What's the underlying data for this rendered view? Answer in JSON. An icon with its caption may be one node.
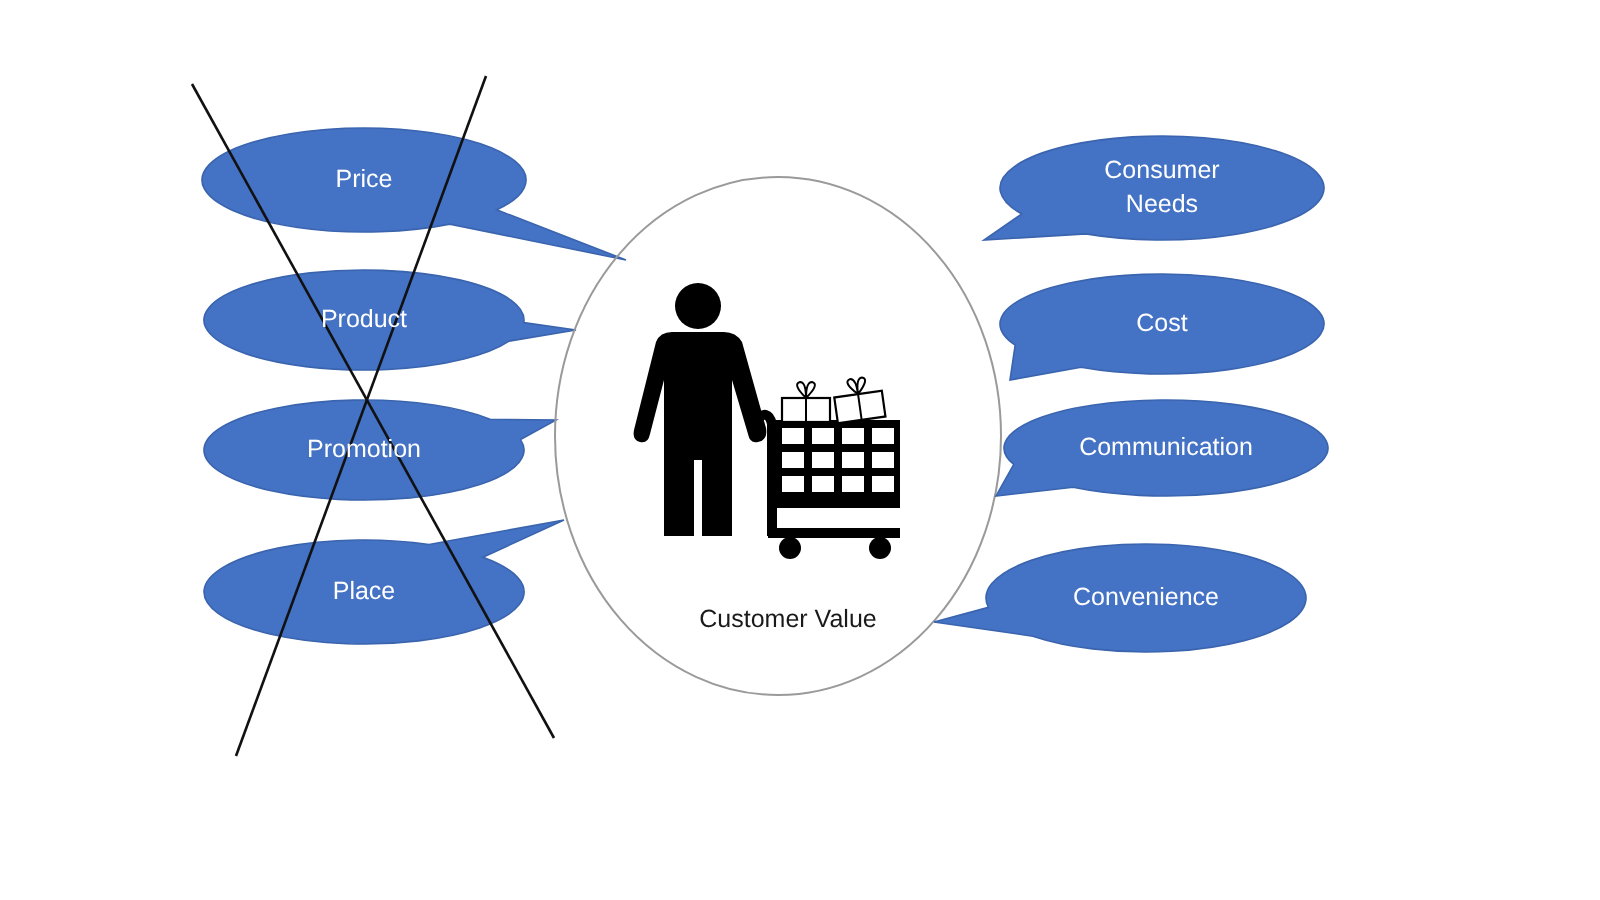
{
  "diagram": {
    "nodes": [
      {
        "text": [
          "Price"
        ]
      },
      {
        "text": [
          "Product"
        ]
      },
      {
        "text": [
          "Promotion"
        ]
      },
      {
        "text": [
          "Place"
        ]
      },
      {
        "text": [
          "Customer Value"
        ]
      },
      {
        "text": [
          "Consumer Needs"
        ]
      },
      {
        "text": [
          "Cost"
        ]
      },
      {
        "text": [
          "Communication"
        ]
      },
      {
        "text": [
          "Convenience"
        ]
      }
    ]
  }
}
